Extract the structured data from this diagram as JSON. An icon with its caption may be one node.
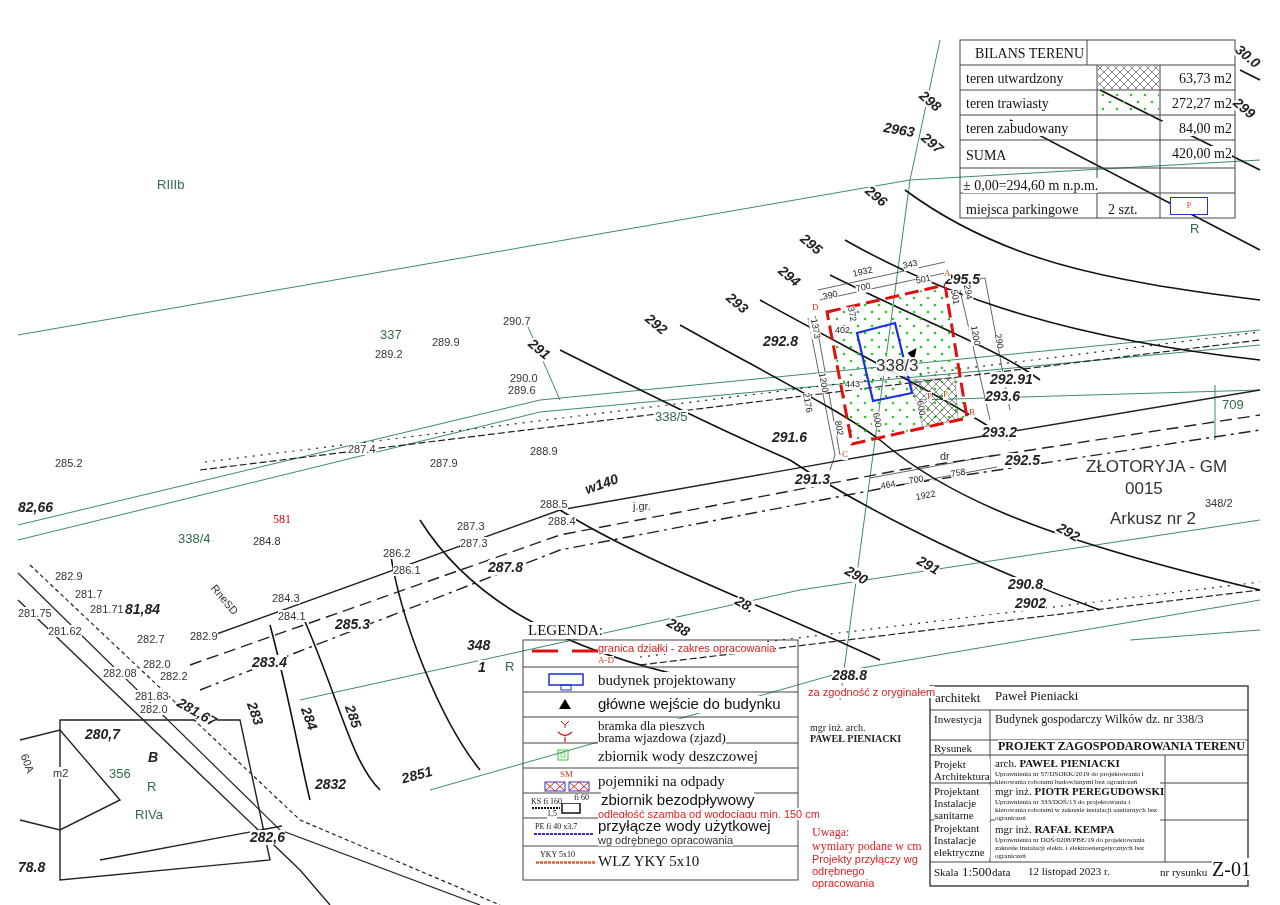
{
  "diagram": {
    "labels": [
      "RIIIb",
      "2963",
      "297",
      "298",
      "299",
      "30.0",
      "296",
      "R",
      "295",
      "295.5",
      "294",
      "293",
      "292",
      "291",
      "337",
      "289.2",
      "289.9",
      "290.7",
      "292.8",
      "290.0",
      "289.6",
      "292.91",
      "293.6",
      "709",
      "338/5",
      "285.2",
      "287.4",
      "287.9",
      "288.9",
      "291.6",
      "293.2",
      "dr",
      "292.5",
      "ZŁOTORYJA - GM",
      "0015",
      "348/2",
      "Arkusz nr 2",
      "291.3",
      "82,66",
      "w140",
      "288.5",
      "j.gr.",
      "288.4",
      "287.3",
      "287.3",
      "286.2",
      "286.1",
      "287.8",
      "338/4",
      "581",
      "284.8",
      "282.9",
      "RneSD",
      "284.3",
      "284.1",
      "285.3",
      "281.7",
      "281.75",
      "281.71",
      "81,84",
      "281.62",
      "282.7",
      "282.9",
      "282.0",
      "282.08",
      "282.2",
      "283.4",
      "281.83",
      "282.0",
      "281,67",
      "283",
      "284",
      "285",
      "348",
      "1",
      "R",
      "280,7",
      "60A",
      "m2",
      "356",
      "B",
      "R",
      "RIVa",
      "2832",
      "2851",
      "282,6",
      "78.8",
      "288",
      "28.",
      "290",
      "291",
      "292",
      "290.8",
      "2902",
      "288.8",
      "338/3",
      "A",
      "B",
      "C",
      "D",
      "1932",
      "343",
      "390",
      "700",
      "501",
      "501",
      "294",
      "1200",
      "290",
      "372",
      "402",
      "1373",
      "1200",
      "2176",
      "443",
      "600",
      "600",
      "802",
      "P",
      "P",
      "464",
      "700",
      "758",
      "1922",
      "za zgodność z oryginałem",
      "mgr inż. arch.",
      "PAWEŁ PIENIACKI",
      "Uwaga:",
      "wymiary podane w cm",
      "Projekty przyłączy wg odrębnego opracowania",
      "BILANS TERENU",
      "teren utwardzony",
      "63,73 m2",
      "teren trawiasty",
      "272,27 m2",
      "teren zabudowany",
      "84,00 m2",
      "SUMA",
      "420,00 m2",
      "± 0,00=294,60 m n.p.m.",
      "miejsca parkingowe",
      "2 szt.",
      "P",
      "LEGENDA:",
      "A-D",
      "SM",
      "KS fi 160",
      "fi 60",
      "1,5",
      "odległość szamba od wodociągu min. 150 cm",
      "PE fi 40 x3,7",
      "wg odrębnego opracowania",
      "YKY 5x10",
      "architekt",
      "Paweł Pieniacki",
      "Inwestycja",
      "Budynek gospodarczy Wilków dz. nr 338/3",
      "Rysunek",
      "PROJEKT ZAGOSPODAROWANIA TERENU",
      "Projekt Architektura",
      "arch. **PAWEŁ PIENIACKI**",
      "Uprawnienia nr 57/DSOKK/2019 do projektowania i kierowania robotami budowlanymi bez ograniczeń",
      "Projektant Instalacje sanitarne",
      "mgr inż. **PIOTR PEREGUDOWSKI**",
      "Uprawnienia nr 333/DOŚ/13 do projektowania i kierowania robotami w zakresie instalacji sanitarnych bez ograniczeń",
      "Projektant Instalacje elektryczne",
      "mgr inż. **RAFAŁ KEMPA**",
      "Uprawnienia nr DOŚ/0208/PBE/19 do projektowania zakresie instalacji elektr. i elektroenergetycznych bez ograniczeń",
      "Skala",
      "1:500",
      "data",
      "12 listopad 2023 r.",
      "nr rysunku",
      "Z-01"
    ],
    "legend": [
      {
        "text": "granica działki - zakres opracowania"
      },
      {
        "text": "budynek projektowany"
      },
      {
        "text": "główne wejście do budynku"
      },
      {
        "text": "bramka dla pieszych"
      },
      {
        "text": "brama wjazdowa  (zjazd)"
      },
      {
        "text": "zbiornik wody deszczowej"
      },
      {
        "text": "pojemniki na odpady"
      },
      {
        "text": "zbiornik bezodpływowy"
      },
      {
        "text": "przyłącze wody użytkowej"
      },
      {
        "text": "WLZ YKY 5x10"
      }
    ]
  }
}
